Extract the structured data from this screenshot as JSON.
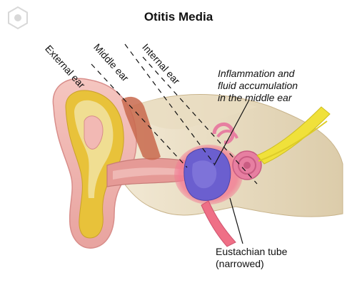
{
  "title": "Otitis Media",
  "regions": {
    "external": "External ear",
    "middle": "Middle ear",
    "internal": "Internal ear"
  },
  "callouts": {
    "inflammation": [
      "Inflammation and",
      "fluid accumulation",
      "in the middle ear"
    ],
    "eustachian": [
      "Eustachian tube",
      "(narrowed)"
    ]
  },
  "icons": {
    "logo": "hexagon-logo-icon"
  },
  "colors": {
    "skin": "#f2b9b4",
    "skin_dark": "#e59a96",
    "cartilage": "#e8c23a",
    "bone": "#efe3c8",
    "fluid": "#6b5fcf",
    "inflammation": "#ef6f86",
    "cochlea": "#e77fa1",
    "nerve": "#f0e13a",
    "muscle": "#c8684c"
  }
}
